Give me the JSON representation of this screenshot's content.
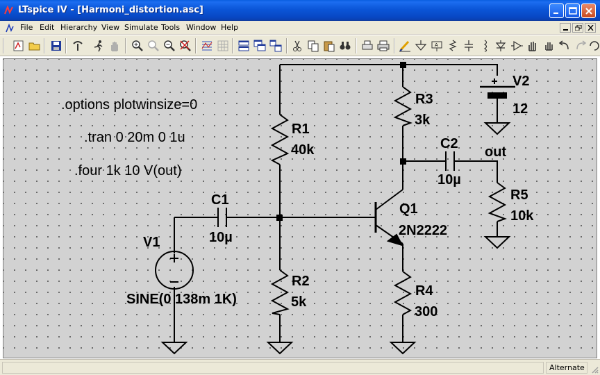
{
  "window": {
    "title": "LTspice IV - [Harmoni_distortion.asc]"
  },
  "menu": {
    "items": [
      "File",
      "Edit",
      "Hierarchy",
      "View",
      "Simulate",
      "Tools",
      "Window",
      "Help"
    ]
  },
  "toolbar": {
    "icons": [
      "new-schematic-icon",
      "open-icon",
      "save-icon",
      "control-panel-icon",
      "run-icon",
      "pan-icon",
      "zoom-in-icon",
      "zoom-area-icon",
      "zoom-out-icon",
      "zoom-fit-icon",
      "autorange-icon",
      "grid-icon",
      "tile-horizontal-icon",
      "cascade-icon",
      "tile-vertical-icon",
      "cut-icon",
      "copy-icon",
      "paste-icon",
      "find-icon",
      "print-setup-icon",
      "print-icon",
      "wire-icon",
      "ground-icon",
      "label-icon",
      "resistor-icon",
      "capacitor-icon",
      "inductor-icon",
      "diode-icon",
      "component-icon",
      "move-icon",
      "drag-icon",
      "undo-icon",
      "redo-icon",
      "rotate-icon"
    ]
  },
  "schematic": {
    "directives": [
      ".options plotwinsize=0",
      ".tran 0 20m 0 1u",
      ".four 1k 10 V(out)"
    ],
    "components": {
      "R1": {
        "name": "R1",
        "value": "40k"
      },
      "R2": {
        "name": "R2",
        "value": "5k"
      },
      "R3": {
        "name": "R3",
        "value": "3k"
      },
      "R4": {
        "name": "R4",
        "value": "300"
      },
      "R5": {
        "name": "R5",
        "value": "10k"
      },
      "C1": {
        "name": "C1",
        "value": "10µ"
      },
      "C2": {
        "name": "C2",
        "value": "10µ"
      },
      "Q1": {
        "name": "Q1",
        "value": "2N2222"
      },
      "V1": {
        "name": "V1",
        "value": "SINE(0 138m 1K)"
      },
      "V2": {
        "name": "V2",
        "value": "12"
      }
    },
    "net_labels": [
      "out"
    ]
  },
  "status": {
    "mode": "Alternate"
  }
}
